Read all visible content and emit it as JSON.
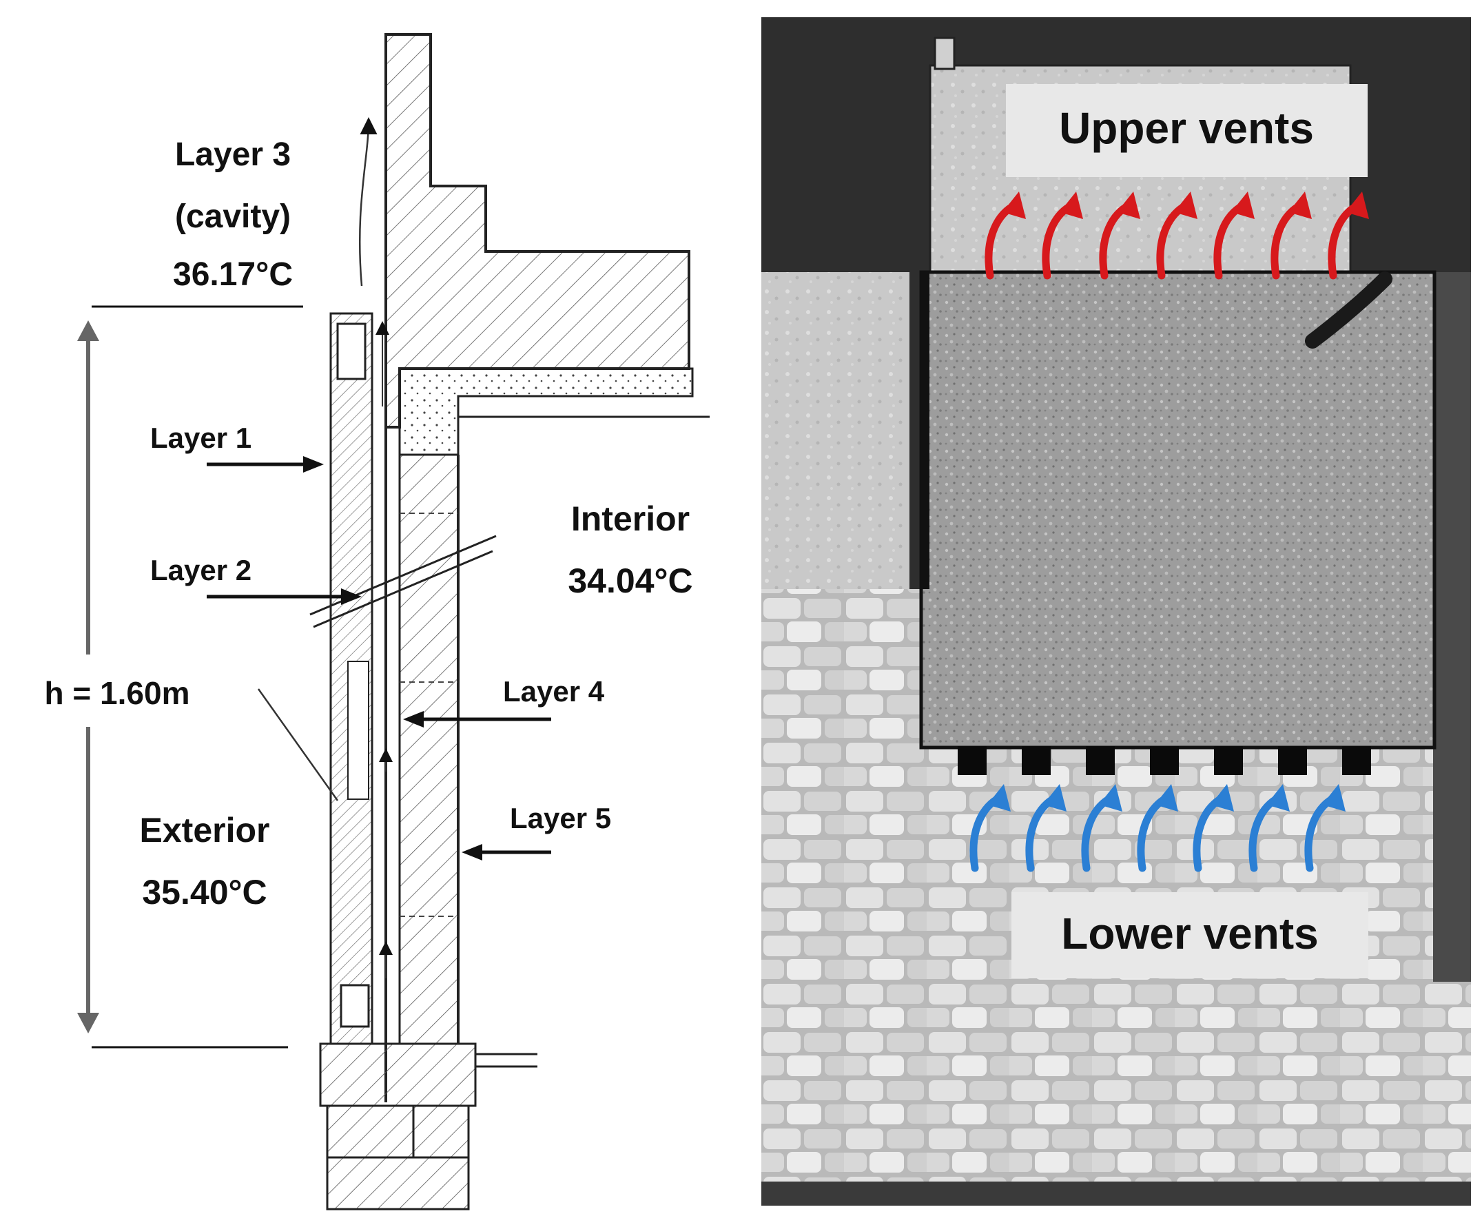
{
  "section_diagram": {
    "layer3": {
      "line1": "Layer 3",
      "line2": "(cavity)",
      "temp": "36.17°C"
    },
    "layer1": "Layer 1",
    "layer2": "Layer 2",
    "layer4": "Layer 4",
    "layer5": "Layer 5",
    "interior": {
      "line1": "Interior",
      "temp": "34.04°C"
    },
    "exterior": {
      "line1": "Exterior",
      "temp": "35.40°C"
    },
    "height": "h = 1.60m"
  },
  "photo": {
    "upper_vents": "Upper vents",
    "lower_vents": "Lower vents",
    "upper_arrow_color": "#d7191c",
    "lower_arrow_color": "#2b7fd4",
    "upper_arrow_count": 7,
    "lower_arrow_count": 7
  }
}
